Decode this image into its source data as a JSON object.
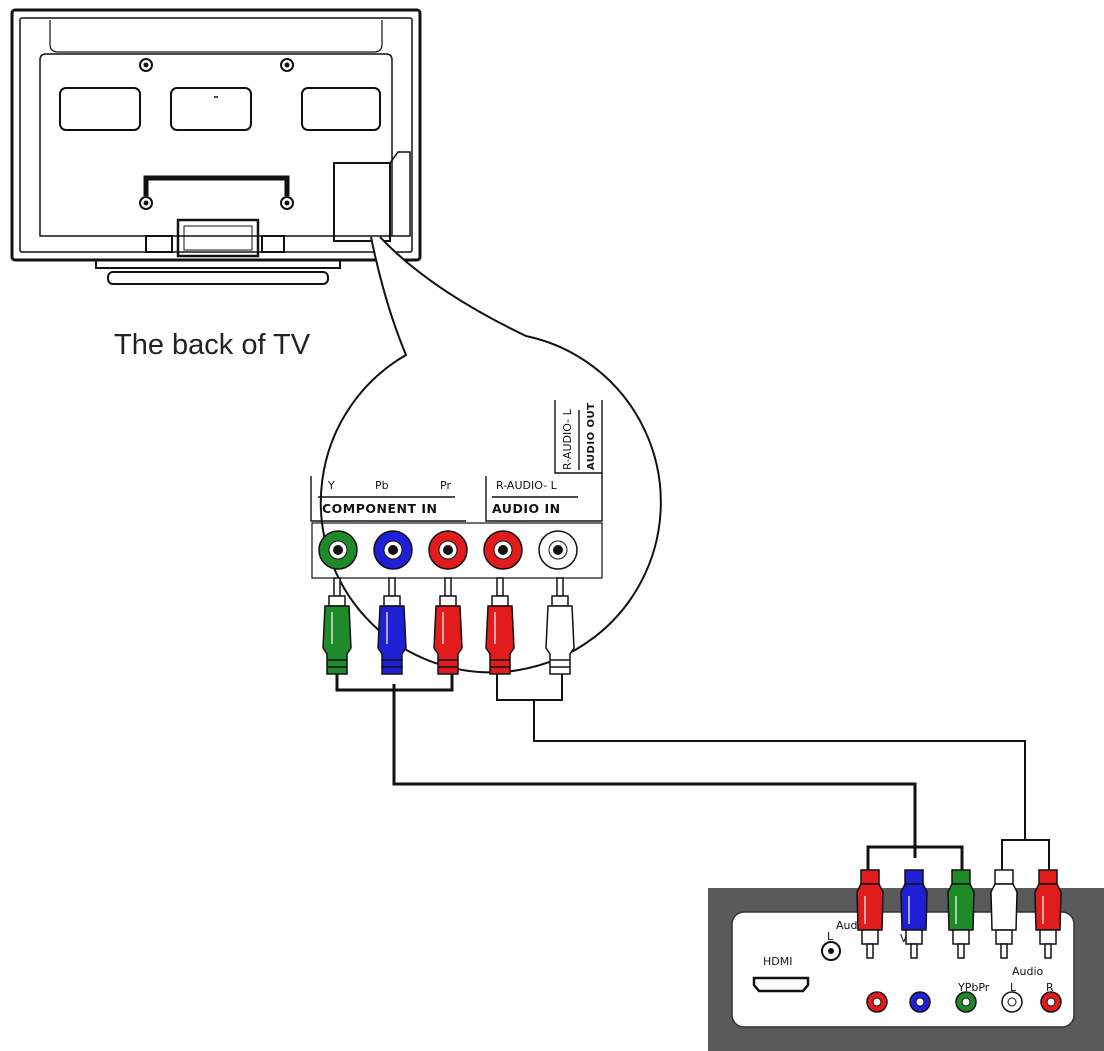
{
  "caption": "The back of TV",
  "panel": {
    "component": {
      "channels": [
        "Y",
        "Pb",
        "Pr"
      ],
      "title": "COMPONENT  IN"
    },
    "audio_in": {
      "channels": "R-AUDIO- L",
      "title": "AUDIO  IN"
    },
    "audio_out": {
      "channels": "R-AUDIO- L",
      "title": "AUDIO OUT"
    }
  },
  "device": {
    "hdmi": "HDMI",
    "audio_top": "Aud",
    "audio_top_l": "L",
    "video_partial": "V",
    "ypbpr": "YPbPr",
    "audio": "Audio",
    "audio_l": "L",
    "audio_r": "R"
  },
  "colors": {
    "green": "#1e8a2a",
    "blue": "#1f1fd6",
    "red": "#e21c1c",
    "white": "#ffffff",
    "device_body": "#5a5a5a",
    "cable": "#111111"
  },
  "jacks": [
    "green",
    "blue",
    "red",
    "red",
    "white"
  ],
  "tv_plugs": [
    "green",
    "blue",
    "red",
    "red",
    "white"
  ],
  "device_plugs": [
    "red",
    "blue",
    "green",
    "white",
    "red"
  ],
  "device_jacks": [
    "red",
    "blue",
    "green",
    "white",
    "red"
  ]
}
